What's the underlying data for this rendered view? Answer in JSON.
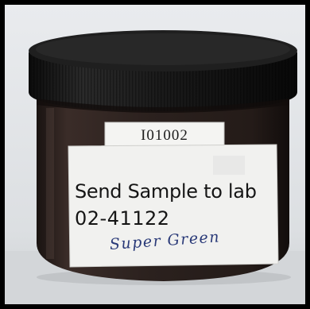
{
  "jar": {
    "label_code": "I01002",
    "label_line1": "Send Sample to lab",
    "label_line2": "02-41122",
    "handwritten_note": "Super Green"
  },
  "colors": {
    "frame": "#000000",
    "background_wall": "#e6e9ec",
    "tabletop": "#dadcde",
    "jar_body": "#2b2220",
    "lid": "#141414",
    "label_paper": "#f2f2f0",
    "ink_handwriting": "#2a3a78"
  }
}
